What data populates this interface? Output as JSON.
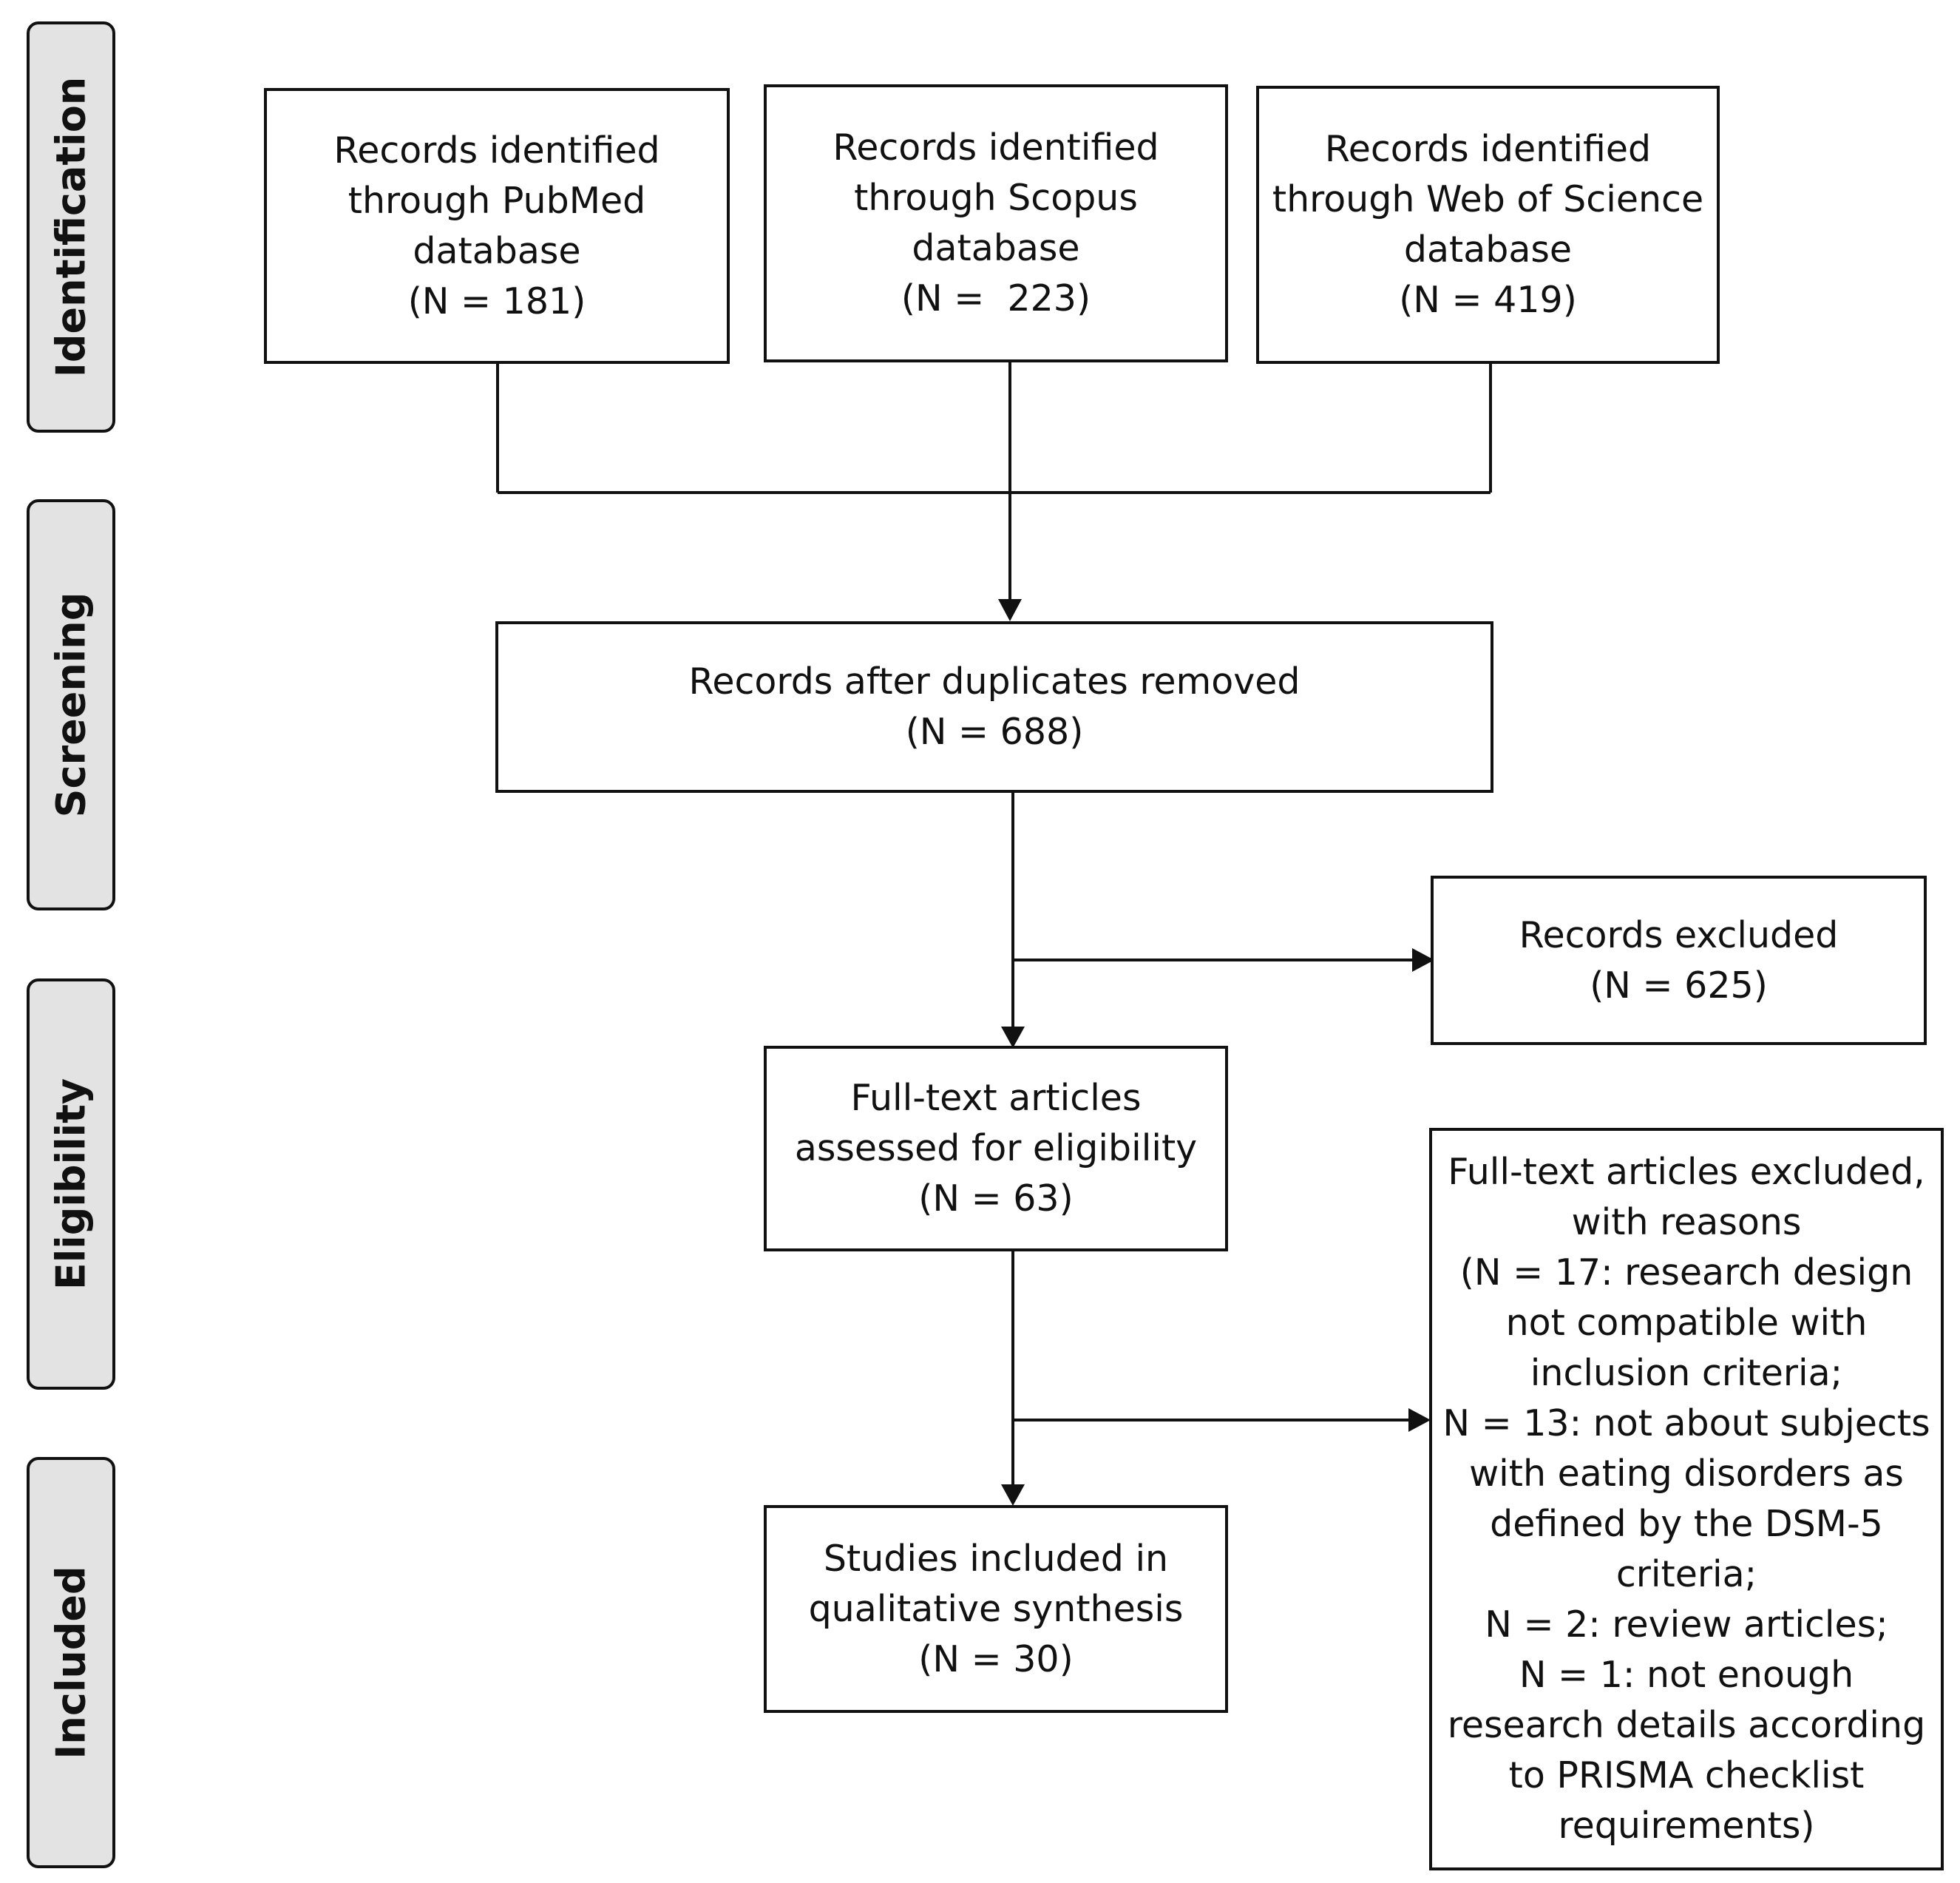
{
  "stages": [
    "Identification",
    "Screening",
    "Eligibility",
    "Included"
  ],
  "boxes": {
    "pubmed": [
      "Records identified",
      "through PubMed",
      "database",
      "(N = 181)"
    ],
    "scopus": [
      "Records identified",
      "through Scopus",
      "database",
      "(N =  223)"
    ],
    "wos": [
      "Records identified",
      "through Web of Science",
      "database",
      "(N = 419)"
    ],
    "duplicates": [
      "Records after duplicates removed",
      "(N = 688)"
    ],
    "excluded": [
      "Records excluded",
      "(N = 625)"
    ],
    "fulltext": [
      "Full-text articles",
      "assessed for eligibility",
      "(N = 63)"
    ],
    "fulltext_excluded": [
      "Full-text articles excluded,",
      "with reasons",
      "(N = 17: research design",
      "not compatible with",
      "inclusion criteria;",
      "N = 13: not about subjects",
      "with eating disorders as",
      "defined by the DSM-5",
      "criteria;",
      "N = 2: review articles;",
      "N = 1: not enough",
      "research details according",
      "to PRISMA checklist",
      "requirements)"
    ],
    "included": [
      "Studies included in",
      "qualitative synthesis",
      "(N = 30)"
    ]
  }
}
